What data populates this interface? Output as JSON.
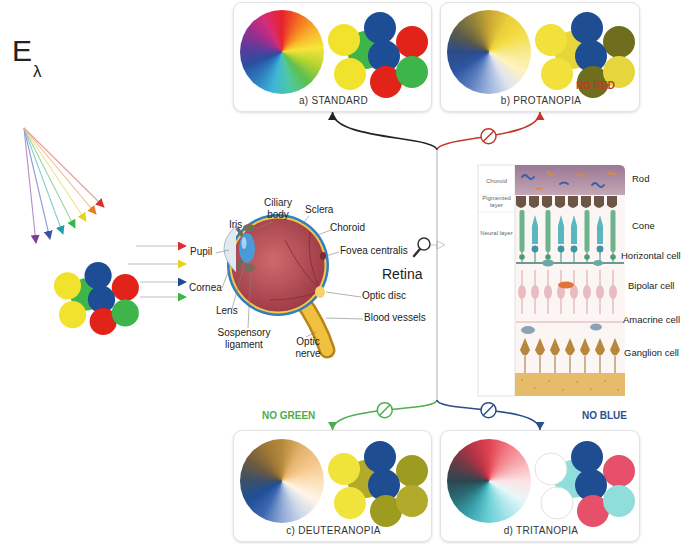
{
  "diagram": {
    "nodes": [
      {
        "text": [
          "a) STANDARD"
        ]
      },
      {
        "text": [
          "b) PROTANOPIA"
        ]
      },
      {
        "text": [
          "Choroid",
          "Pigmented layer",
          "Neural layer"
        ]
      },
      {
        "text": [
          "c) DEUTERANOPIA"
        ]
      },
      {
        "text": [
          "d) TRITANOPIA"
        ]
      }
    ],
    "edges": [
      {
        "from": 2,
        "to": 0,
        "arrow": "to"
      },
      {
        "from": 2,
        "to": 1,
        "arrow": "to",
        "label": "NO RED"
      },
      {
        "from": 2,
        "to": 3,
        "arrow": "to",
        "label": "NO GREEN"
      },
      {
        "from": 2,
        "to": 4,
        "arrow": "to",
        "label": "NO BLUE"
      }
    ],
    "labels": [
      "E",
      "λ",
      "Ciliary body",
      "Iris",
      "Sclera",
      "Choroid",
      "Fovea centralis",
      "Pupil",
      "Retina",
      "Cornea",
      "Optic disc",
      "Lens",
      "Blood vessels",
      "Sospensory ligament",
      "Optic nerve",
      "Rod",
      "Cone",
      "Horizontal cell",
      "Bipolar cell",
      "Amacrine cell",
      "Ganglion cell"
    ]
  }
}
